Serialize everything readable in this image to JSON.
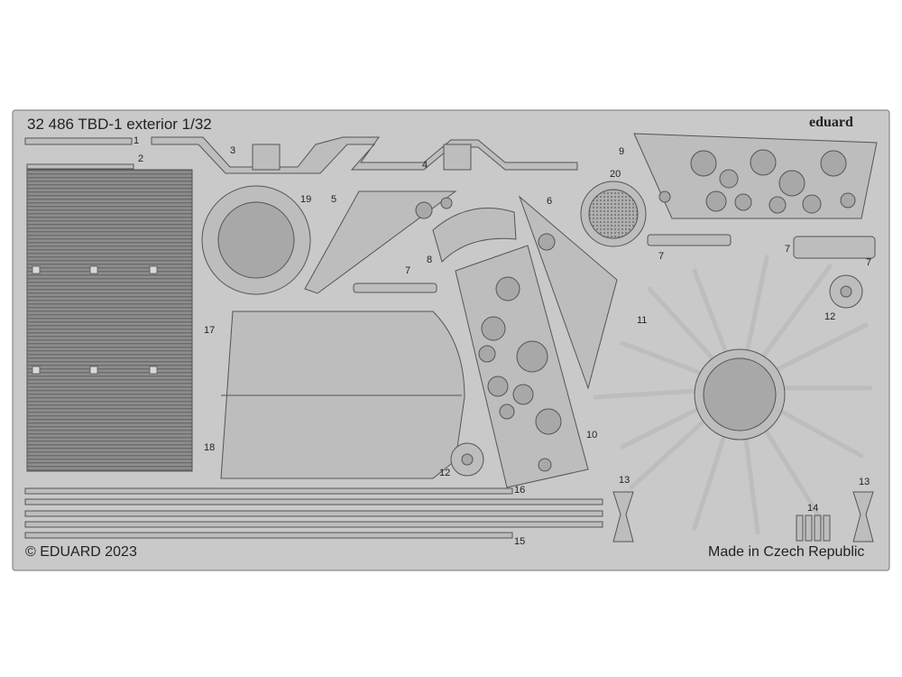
{
  "sheet": {
    "title": "32 486  TBD-1 exterior 1/32",
    "brand": "eduard",
    "copyright": "© EDUARD 2023",
    "origin": "Made in Czech Republic",
    "background_color": "#c9c9c9",
    "part_fill": "#bdbdbd",
    "outline_color": "#555555"
  },
  "part_numbers": [
    "1",
    "2",
    "3",
    "4",
    "5",
    "6",
    "7",
    "7",
    "7",
    "7",
    "8",
    "9",
    "10",
    "11",
    "12",
    "12",
    "13",
    "13",
    "14",
    "15",
    "16",
    "17",
    "18",
    "19",
    "20"
  ]
}
